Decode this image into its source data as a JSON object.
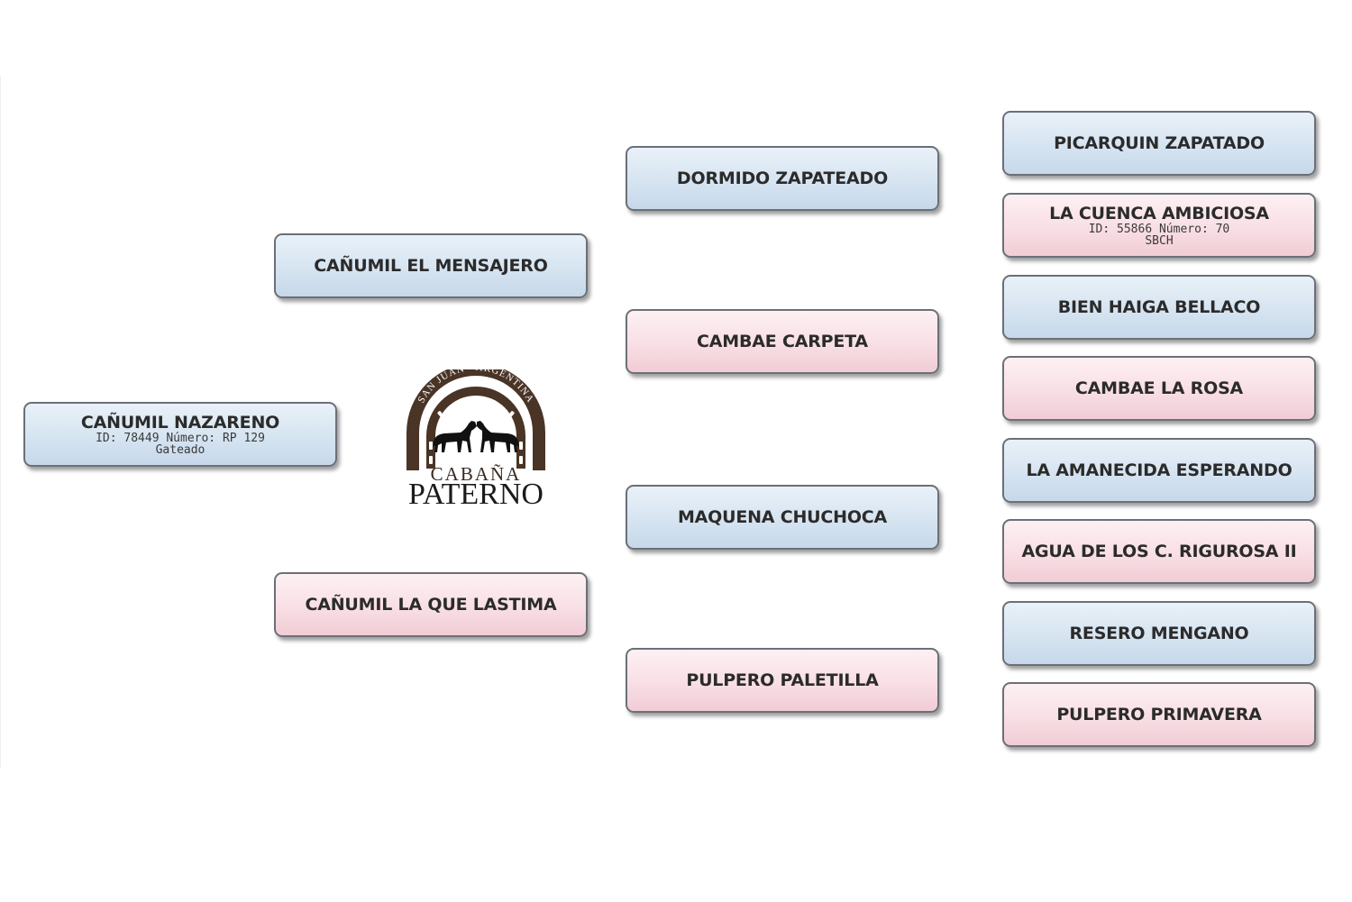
{
  "brand": {
    "arc_text": "SAN JUAN - ARGENTINA",
    "line1": "CABAÑA",
    "line2": "PATERNO"
  },
  "pedigree": {
    "subject": {
      "name": "CAÑUMIL NAZARENO",
      "id_line": "ID: 78449 Número: RP 129",
      "coat": "Gateado"
    },
    "sire": {
      "name": "CAÑUMIL EL MENSAJERO"
    },
    "dam": {
      "name": "CAÑUMIL LA QUE LASTIMA"
    },
    "sire_sire": {
      "name": "DORMIDO ZAPATEADO"
    },
    "sire_dam": {
      "name": "CAMBAE CARPETA"
    },
    "dam_sire": {
      "name": "MAQUENA CHUCHOCA"
    },
    "dam_dam": {
      "name": "PULPERO PALETILLA"
    },
    "ggp": [
      {
        "name": "PICARQUIN ZAPATADO"
      },
      {
        "name": "LA CUENCA AMBICIOSA",
        "id_line": "ID: 55866 Número: 70",
        "coat": "SBCH"
      },
      {
        "name": "BIEN HAIGA BELLACO"
      },
      {
        "name": "CAMBAE LA ROSA"
      },
      {
        "name": "LA AMANECIDA ESPERANDO"
      },
      {
        "name": "AGUA DE LOS C. RIGUROSA II"
      },
      {
        "name": "RESERO MENGANO"
      },
      {
        "name": "PULPERO PRIMAVERA"
      }
    ]
  },
  "colors": {
    "male_fill": "#d6e4f1",
    "female_fill": "#f8dfe5",
    "border": "#6b7077",
    "logo_brown": "#4a3426"
  }
}
